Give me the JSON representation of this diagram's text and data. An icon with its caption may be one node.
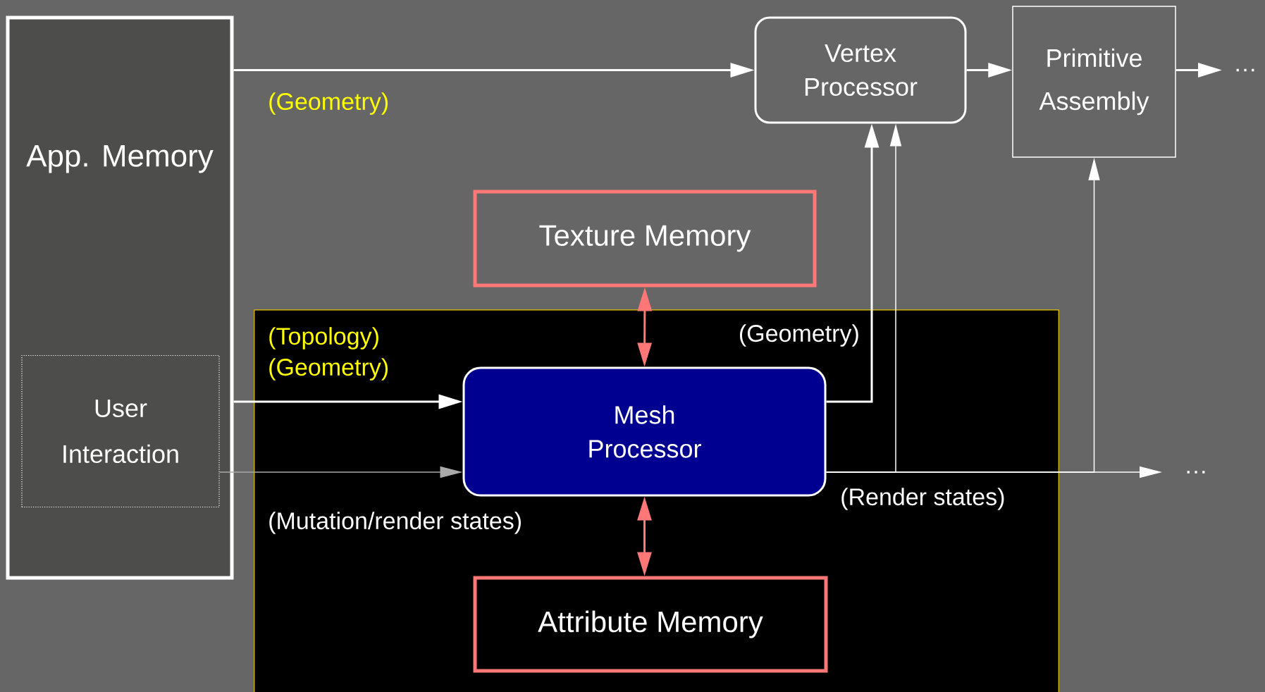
{
  "diagram": {
    "nodes": [
      {
        "text": [
          "App. Memory"
        ]
      },
      {
        "text": [
          "User Interaction"
        ],
        "in": 0
      },
      {
        "text": [
          "Vertex Processor"
        ]
      },
      {
        "text": [
          "Primitive Assembly"
        ]
      },
      {
        "text": [
          "Texture Memory"
        ]
      },
      {
        "text": [],
        "shape": "box"
      },
      {
        "text": [
          "Mesh Processor"
        ],
        "in": 5
      },
      {
        "text": [
          "Attribute Memory"
        ],
        "in": 5
      }
    ],
    "edges": [
      {
        "from": 0,
        "to": 2,
        "arrow": "to",
        "label": "(Geometry)"
      },
      {
        "from": 2,
        "to": 3,
        "arrow": "to"
      },
      {
        "from": 3,
        "to": null,
        "arrow": "to"
      },
      {
        "from": 0,
        "to": 6,
        "arrow": "to",
        "label": "(Topology) (Geometry)"
      },
      {
        "from": 1,
        "to": 6,
        "arrow": "to",
        "label": "(Mutation/render states)",
        "color": "#aaaaaa"
      },
      {
        "from": 4,
        "to": 6,
        "arrow": "both",
        "color": "#ff7777"
      },
      {
        "from": 6,
        "to": 7,
        "arrow": "both",
        "color": "#ff7777"
      },
      {
        "from": 6,
        "to": 2,
        "arrow": "to",
        "label": "(Geometry)"
      },
      {
        "from": 6,
        "to": 2,
        "arrow": "to"
      },
      {
        "from": 6,
        "to": 3,
        "arrow": "to"
      },
      {
        "from": 6,
        "to": null,
        "arrow": "to",
        "label": "(Render states)"
      }
    ],
    "labels": [
      "…",
      "…"
    ]
  }
}
